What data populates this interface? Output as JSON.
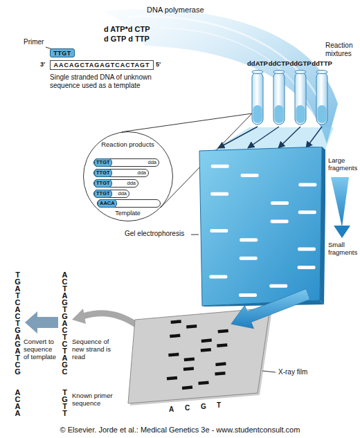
{
  "diagram": {
    "caption": "© Elsevier. Jorde et al.: Medical Genetics 3e - www.studentconsult.com",
    "nodes": [
      {
        "text": [
          "TTGT"
        ]
      },
      {
        "text": [
          "AACAGCTAGAGTCACTAGT"
        ]
      },
      {
        "text": [
          "ddATP"
        ]
      },
      {
        "text": [
          "ddCTP"
        ]
      },
      {
        "text": [
          "ddGTP"
        ]
      },
      {
        "text": [
          "ddTTP"
        ]
      },
      {
        "text": [
          "Reaction products",
          "Template"
        ]
      },
      {
        "text": [
          "TTGT",
          "dda"
        ],
        "in": 6
      },
      {
        "text": [
          "TTGT",
          "dda"
        ],
        "in": 6
      },
      {
        "text": [
          "TTGT",
          "dda"
        ],
        "in": 6
      },
      {
        "text": [
          "TTGT",
          "dda"
        ],
        "in": 6
      },
      {
        "text": [
          "AACA"
        ],
        "in": 6
      },
      {
        "text": [
          "Gel electrophoresis"
        ]
      },
      {
        "text": [
          "X-ray film"
        ]
      }
    ],
    "edges": [
      {
        "from": 2,
        "to": 12,
        "arrow": "to"
      },
      {
        "from": 3,
        "to": 12,
        "arrow": "to"
      },
      {
        "from": 4,
        "to": 12,
        "arrow": "to"
      },
      {
        "from": 5,
        "to": 12,
        "arrow": "to"
      },
      {
        "from": 6,
        "to": 2,
        "arrow": "none"
      }
    ],
    "labels": [
      "DNA polymerase",
      "d ATP*d CTP",
      "d GTP d TTP",
      "Primer",
      "3'",
      "5'",
      "Single stranded DNA of unknown sequence used as a template",
      "Reaction mixtures",
      "Large fragments",
      "Small fragments",
      "A",
      "C",
      "G",
      "T",
      "TGATCACTGAGATCG",
      "ACAA",
      "ACTAGTGACTCTAGC",
      "TGTT",
      "Convert to sequence of template",
      "Sequence of new strand is read",
      "Known primer sequence"
    ]
  }
}
